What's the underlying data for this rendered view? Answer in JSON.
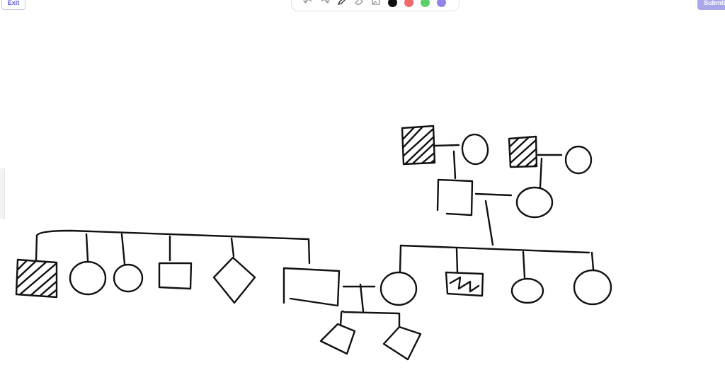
{
  "header": {
    "exit_label": "Exit",
    "submit_label": "Submit"
  },
  "toolbar": {
    "tools": [
      "undo-icon",
      "redo-icon",
      "pen-icon",
      "eraser-icon",
      "image-icon"
    ],
    "colors": [
      "#111111",
      "#ef6a6a",
      "#5fcf6a",
      "#8f86e8"
    ]
  },
  "pedigree": {
    "ink_color": "#111111",
    "generation_1": [
      {
        "symbol": "square",
        "affected": true
      },
      {
        "symbol": "circle",
        "affected": false
      },
      {
        "symbol": "square",
        "affected": true
      },
      {
        "symbol": "circle",
        "affected": false
      }
    ],
    "generation_2": [
      {
        "symbol": "square",
        "affected": false
      },
      {
        "symbol": "circle",
        "affected": false
      }
    ],
    "generation_3_left_sibship": [
      {
        "symbol": "square",
        "affected": true
      },
      {
        "symbol": "circle",
        "affected": false
      },
      {
        "symbol": "circle",
        "affected": false
      },
      {
        "symbol": "square",
        "affected": false
      },
      {
        "symbol": "diamond",
        "affected": false
      },
      {
        "symbol": "square",
        "affected": false
      }
    ],
    "generation_3_right_sibship": [
      {
        "symbol": "circle",
        "affected": false
      },
      {
        "symbol": "square",
        "affected": true
      },
      {
        "symbol": "circle",
        "affected": false
      },
      {
        "symbol": "circle",
        "affected": false
      }
    ],
    "generation_4": [
      {
        "symbol": "diamond",
        "affected": false
      },
      {
        "symbol": "diamond",
        "affected": false
      }
    ]
  }
}
